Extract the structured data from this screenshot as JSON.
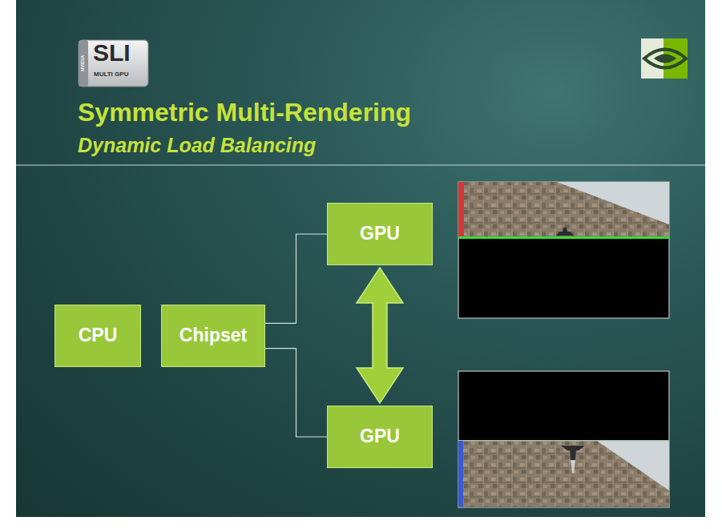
{
  "diagram": {
    "title": "Symmetric Multi-Rendering",
    "nodes": [
      {
        "text": [
          "CPU"
        ]
      },
      {
        "text": [
          "Chipset"
        ]
      },
      {
        "text": [
          "GPU"
        ]
      },
      {
        "text": [
          "GPU"
        ]
      }
    ],
    "edges": [
      {
        "from": 1,
        "to": 2,
        "arrow": "none"
      },
      {
        "from": 1,
        "to": 3,
        "arrow": "none"
      },
      {
        "from": 2,
        "to": 3,
        "arrow": "both"
      }
    ],
    "labels": [
      "Dynamic Load Balancing",
      "SLI",
      "MULTI GPU",
      "NVIDIA"
    ]
  }
}
